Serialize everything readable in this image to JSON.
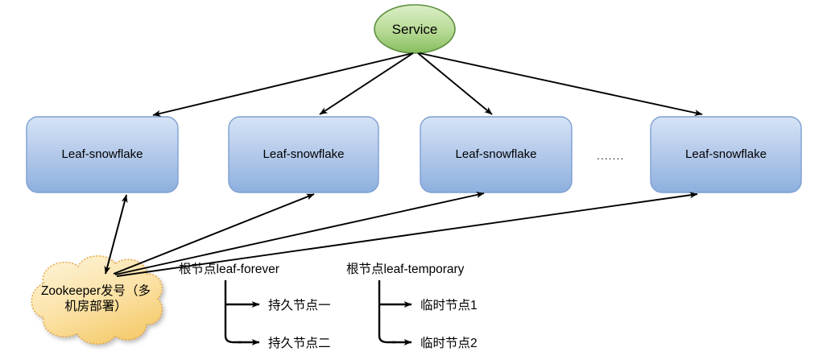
{
  "diagram": {
    "title_node": {
      "label": "Service",
      "fill_top": "#d7ecc0",
      "fill_bottom": "#86bd5e",
      "stroke": "#5a8a3c"
    },
    "worker_nodes": {
      "label": "Leaf-snowflake",
      "count": 4,
      "fill_top": "#d4e2f5",
      "fill_bottom": "#8db0de",
      "stroke": "#7a9fd0",
      "items": [
        {
          "label": "Leaf-snowflake"
        },
        {
          "label": "Leaf-snowflake"
        },
        {
          "label": "Leaf-snowflake"
        },
        {
          "label": "Leaf-snowflake"
        }
      ]
    },
    "ellipsis": ".......",
    "registry": {
      "label": "Zookeeper发号（多\n机房部署）",
      "fill_top": "#fdf0cc",
      "fill_bottom": "#f6cf72",
      "stroke": "#e8a33d"
    },
    "trees": [
      {
        "root": "根节点leaf-forever",
        "children": [
          "持久节点一",
          "持久节点二"
        ]
      },
      {
        "root": "根节点leaf-temporary",
        "children": [
          "临时节点1",
          "临时节点2"
        ]
      }
    ],
    "edge_color": "#000000"
  }
}
